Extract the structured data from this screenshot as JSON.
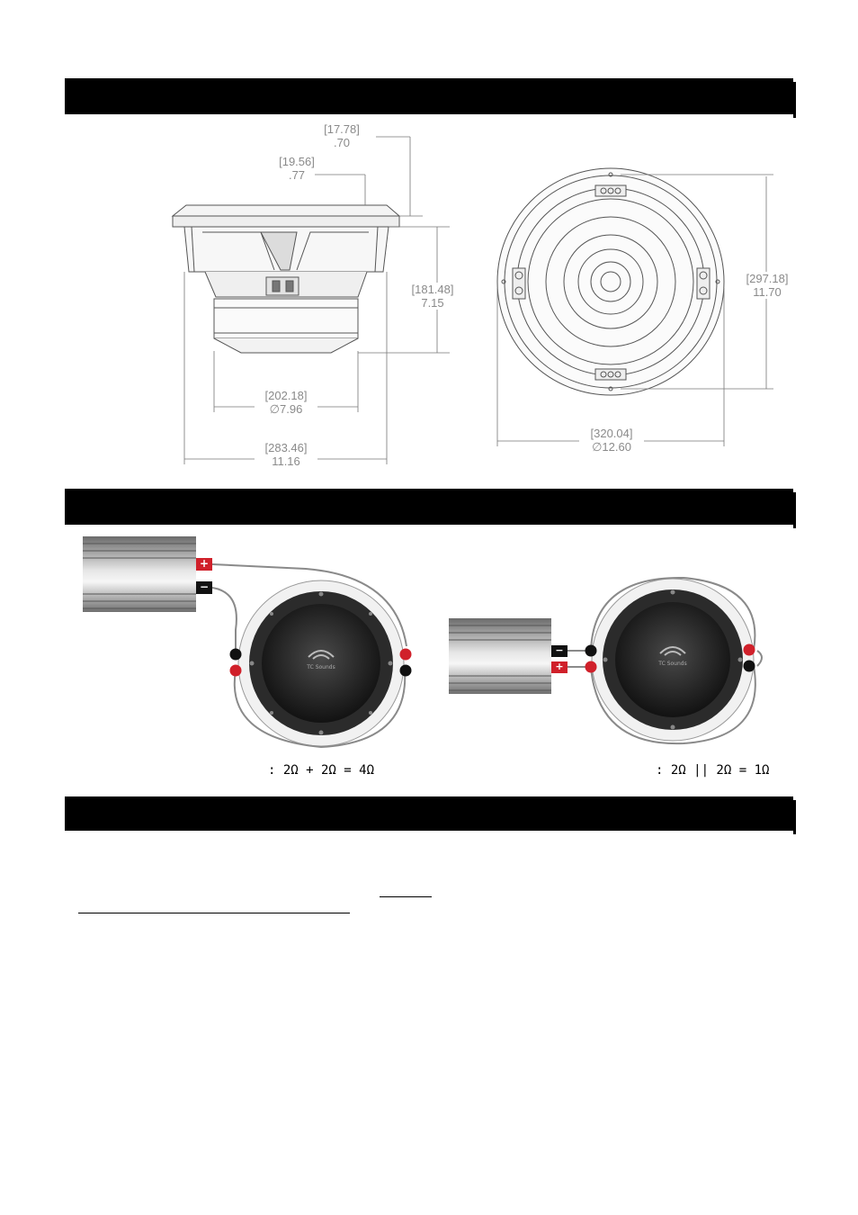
{
  "section_bars": [
    {
      "name": "dimensions-header-bar"
    },
    {
      "name": "wiring-header-bar"
    },
    {
      "name": "mounting-header-bar"
    }
  ],
  "dimensions": {
    "surround_offset": {
      "mm": "[17.78]",
      "in": ".70"
    },
    "flange_thickness": {
      "mm": "[19.56]",
      "in": ".77"
    },
    "mounting_depth": {
      "mm": "[181.48]",
      "in": "7.15"
    },
    "magnet_diameter": {
      "mm": "[202.18]",
      "in": "∅7.96"
    },
    "frame_width": {
      "mm": "[283.46]",
      "in": "11.16"
    },
    "cutout_diameter": {
      "mm": "[297.18]",
      "in": "11.70"
    },
    "outer_diameter": {
      "mm": "[320.04]",
      "in": "∅12.60"
    }
  },
  "wiring": {
    "series_equation": ": 2Ω + 2Ω = 4Ω",
    "parallel_equation": ": 2Ω || 2Ω = 1Ω",
    "terminal_plus": "+",
    "terminal_minus": "−",
    "logo_text": "TC Sounds"
  },
  "colors": {
    "bar": "#000000",
    "dim_text": "#8a8a8a",
    "terminal_red": "#d0202a",
    "terminal_black": "#111111"
  }
}
